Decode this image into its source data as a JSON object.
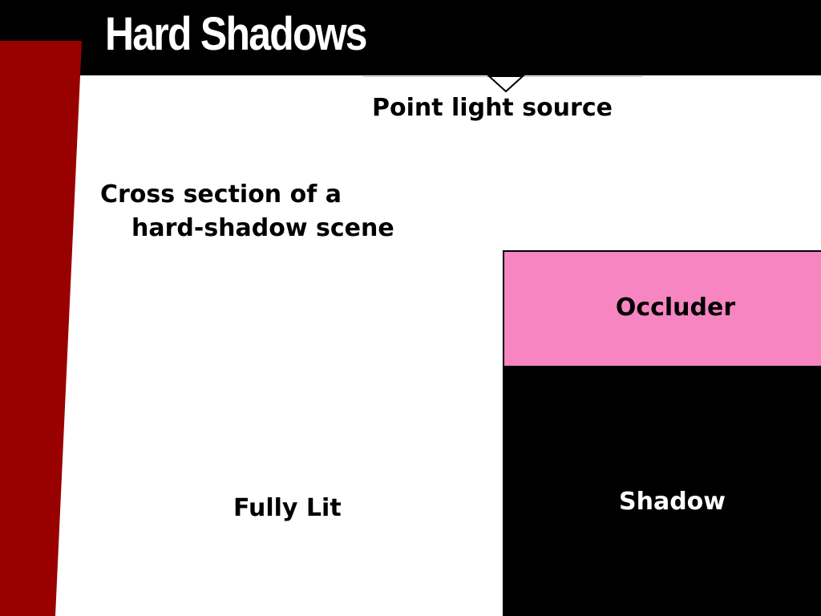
{
  "slide": {
    "title": "Hard Shadows"
  },
  "diagram": {
    "light_source_label": "Point light source",
    "caption_line1": "Cross section of a",
    "caption_line2": "hard-shadow scene",
    "occluder_label": "Occluder",
    "shadow_label": "Shadow",
    "fully_lit_label": "Fully Lit"
  },
  "colors": {
    "title_bar": "#000000",
    "title_text": "#ffffff",
    "accent_bar": "#990000",
    "occluder": "#f785c2",
    "shadow": "#000000",
    "background": "#ffffff"
  },
  "icons": {
    "light_marker": "downward-triangle-icon"
  }
}
